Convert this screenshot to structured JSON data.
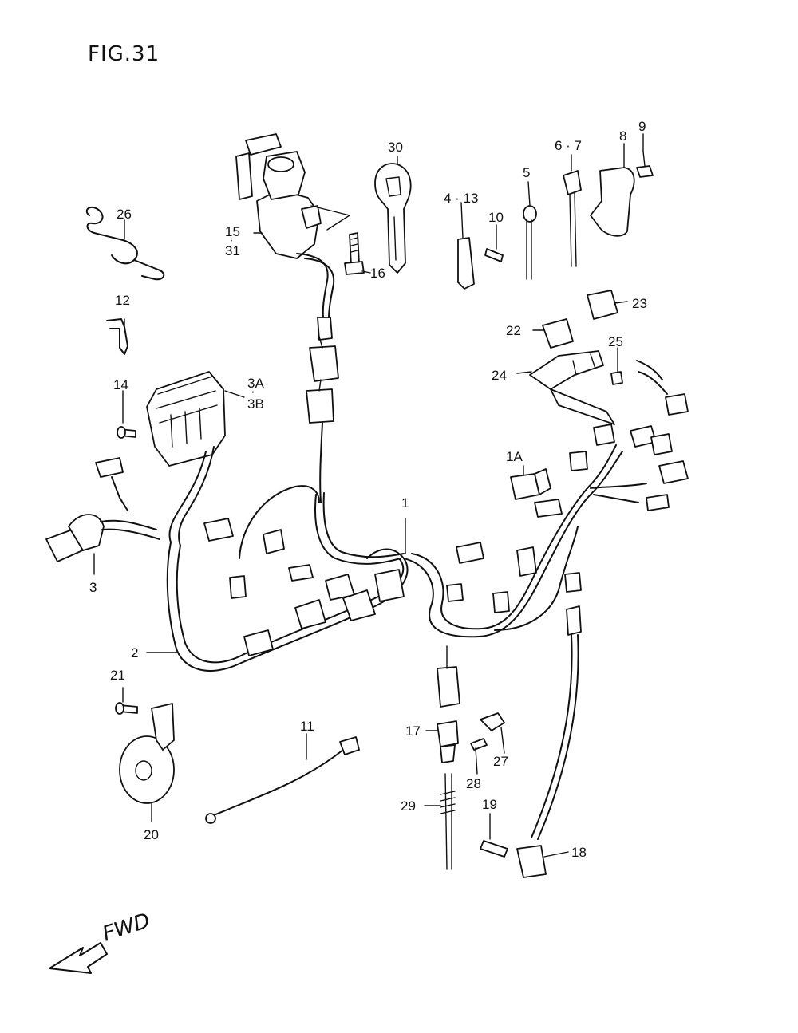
{
  "figure": {
    "title": "FIG.31",
    "direction_label": "FWD"
  },
  "labels": [
    {
      "id": "l1",
      "text": "1"
    },
    {
      "id": "l1a",
      "text": "1A"
    },
    {
      "id": "l2",
      "text": "2"
    },
    {
      "id": "l3",
      "text": "3"
    },
    {
      "id": "l3a",
      "text": "3A"
    },
    {
      "id": "l3b",
      "text": "3B"
    },
    {
      "id": "l413",
      "text": "4 · 13"
    },
    {
      "id": "l5",
      "text": "5"
    },
    {
      "id": "l67",
      "text": "6 · 7"
    },
    {
      "id": "l8",
      "text": "8"
    },
    {
      "id": "l9",
      "text": "9"
    },
    {
      "id": "l10",
      "text": "10"
    },
    {
      "id": "l11",
      "text": "11"
    },
    {
      "id": "l12",
      "text": "12"
    },
    {
      "id": "l14",
      "text": "14"
    },
    {
      "id": "l15",
      "text": "15"
    },
    {
      "id": "l16",
      "text": "16"
    },
    {
      "id": "l17",
      "text": "17"
    },
    {
      "id": "l18",
      "text": "18"
    },
    {
      "id": "l19",
      "text": "19"
    },
    {
      "id": "l20",
      "text": "20"
    },
    {
      "id": "l21",
      "text": "21"
    },
    {
      "id": "l22",
      "text": "22"
    },
    {
      "id": "l23",
      "text": "23"
    },
    {
      "id": "l24",
      "text": "24"
    },
    {
      "id": "l25",
      "text": "25"
    },
    {
      "id": "l26",
      "text": "26"
    },
    {
      "id": "l27",
      "text": "27"
    },
    {
      "id": "l28",
      "text": "28"
    },
    {
      "id": "l29",
      "text": "29"
    },
    {
      "id": "l30",
      "text": "30"
    },
    {
      "id": "l31",
      "text": "31"
    }
  ]
}
